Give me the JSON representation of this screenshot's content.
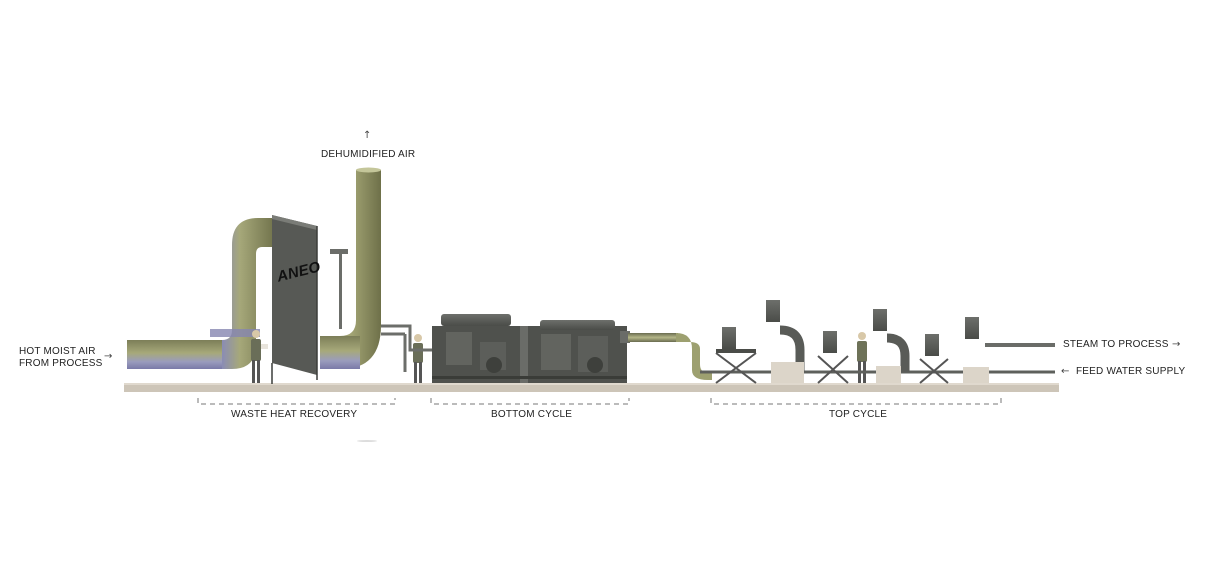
{
  "labels": {
    "dehumidified_air": "DEHUMIDIFIED AIR",
    "inlet_line1": "HOT MOIST AIR",
    "inlet_line2": "FROM PROCESS",
    "steam_to_process": "STEAM TO PROCESS",
    "feed_water_supply": "FEED WATER SUPPLY",
    "brand": "ANEO"
  },
  "sections": {
    "waste_heat_recovery": "WASTE HEAT RECOVERY",
    "bottom_cycle": "BOTTOM CYCLE",
    "top_cycle": "TOP CYCLE"
  },
  "arrows": {
    "up": "↑",
    "right": "→",
    "left": "←"
  },
  "colors": {
    "duct_olive": "#8e9064",
    "duct_purple": "#8a8ab4",
    "equipment_gray": "#5a5c58",
    "floor": "#cdc5b8"
  }
}
